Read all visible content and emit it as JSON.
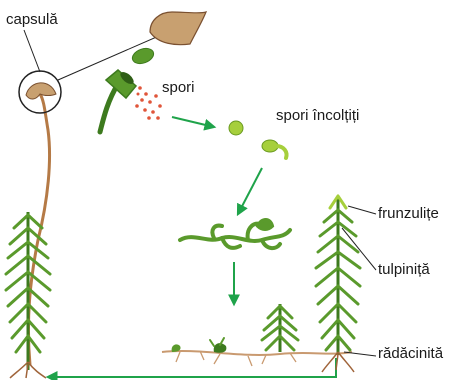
{
  "labels": {
    "capsula": "capsulă",
    "spori": "spori",
    "spori_incoltiti": "spori încolțiți",
    "frunzulite": "frunzulițe",
    "tulpinita": "tulpiniță",
    "radacinita": "rădăcinită"
  },
  "colors": {
    "leaf_green": "#5a9a2c",
    "dark_green": "#3d7a1e",
    "light_green": "#a6cf3c",
    "capsule_tan": "#c8a070",
    "spore_red": "#e0553a",
    "arrow_green": "#1fa34a",
    "stem_brown": "#a0643a"
  }
}
